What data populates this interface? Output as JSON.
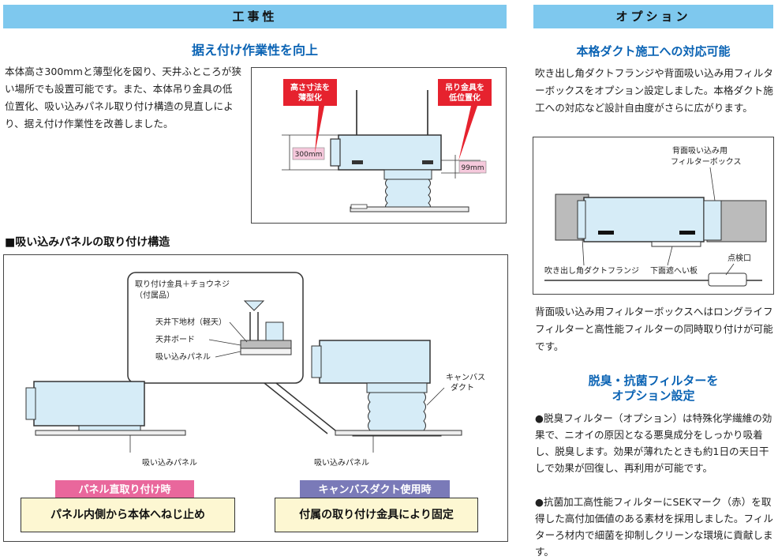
{
  "left": {
    "header": "工事性",
    "section1": {
      "title": "据え付け作業性を向上",
      "text": "本体高さ300mmと薄型化を図り、天井ふところが狭い場所でも設置可能です。また、本体吊り金具の低位置化、吸い込みパネル取り付け構造の見直しにより、据え付け作業性を改善しました。",
      "callout_left": "高さ寸法を\n薄型化",
      "callout_right": "吊り金具を\n低位置化",
      "dim_height": "300mm",
      "dim_hanger": "99mm"
    },
    "section2": {
      "title": "■吸い込みパネルの取り付け構造",
      "inset": {
        "label1": "取り付け金具＋チョウネジ",
        "label1b": "（付属品）",
        "label2": "天井下地材（軽天）",
        "label3": "天井ボード",
        "label4": "吸い込みパネル"
      },
      "canvas_label": "キャンバス\nダクト",
      "panel_label_left": "吸い込みパネル",
      "panel_label_right": "吸い込みパネル",
      "tag_left": "パネル直取り付け時",
      "tag_right": "キャンバスダクト使用時",
      "box_left": "パネル内側から本体へねじ止め",
      "box_right": "付属の取り付け金具により固定"
    }
  },
  "right": {
    "header": "オプション",
    "section1": {
      "title": "本格ダクト施工への対応可能",
      "text": "吹き出し角ダクトフランジや背面吸い込み用フィルターボックスをオプション設定しました。本格ダクト施工への対応など設計自由度がさらに広がります。",
      "label_filterbox": "背面吸い込み用\nフィルターボックス",
      "label_flange": "吹き出し角ダクトフランジ",
      "label_shield": "下面遮へい板",
      "label_inspect": "点検口",
      "text2": "背面吸い込み用フィルターボックスへはロングライフフィルターと高性能フィルターの同時取り付けが可能です。"
    },
    "section2": {
      "title_line1": "脱臭・抗菌フィルターを",
      "title_line2": "オプション設定",
      "bullets": [
        "●脱臭フィルター（オプション）は特殊化学繊維の効果で、ニオイの原因となる悪臭成分をしっかり吸着し、脱臭します。効果が薄れたときも約1日の天日干しで効果が回復し、再利用が可能です。",
        "●抗菌加工高性能フィルターにSEKマーク（赤）を取得した高付加価値のある素材を採用しました。フィルターろ材内で細菌を抑制しクリーンな環境に貢献します。"
      ]
    }
  },
  "colors": {
    "header_bg": "#7ec8ee",
    "title_blue": "#0a63b4",
    "unit_fill": "#d6ecf7",
    "callout_red": "#e6222e",
    "tag_pink": "#e9679c",
    "tag_purple": "#7a7ab8",
    "box_yellow": "#fdf7d2"
  }
}
